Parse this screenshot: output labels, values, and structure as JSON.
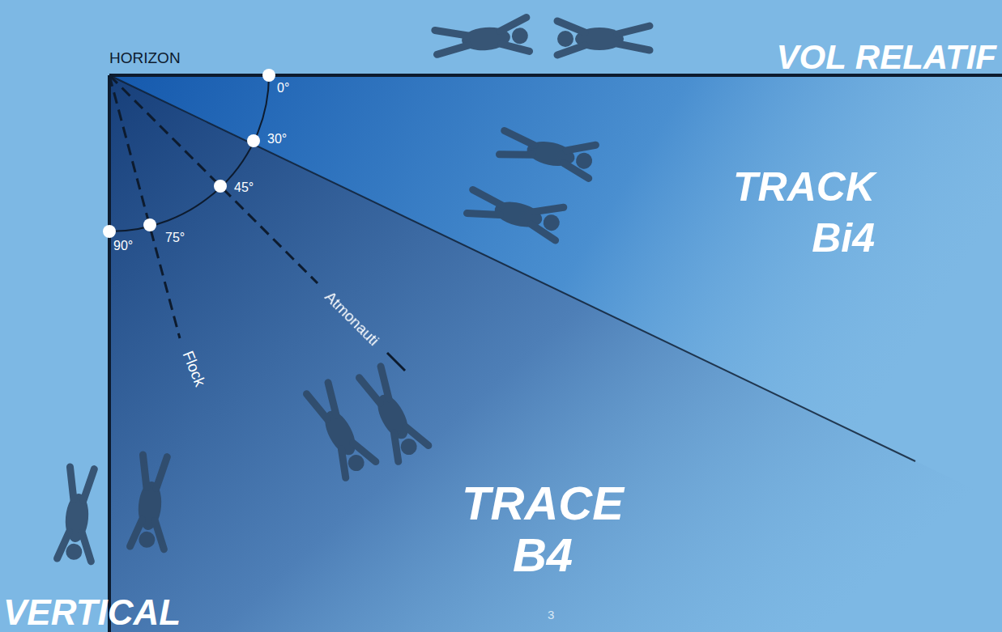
{
  "diagram": {
    "labels": [
      "HORIZON",
      "0°",
      "30°",
      "45°",
      "75°",
      "90°",
      "Atmonauti",
      "Flock",
      "VOL RELATIF",
      "TRACK Bi4",
      "TRACE B4",
      "VERTICAL",
      "3"
    ]
  }
}
